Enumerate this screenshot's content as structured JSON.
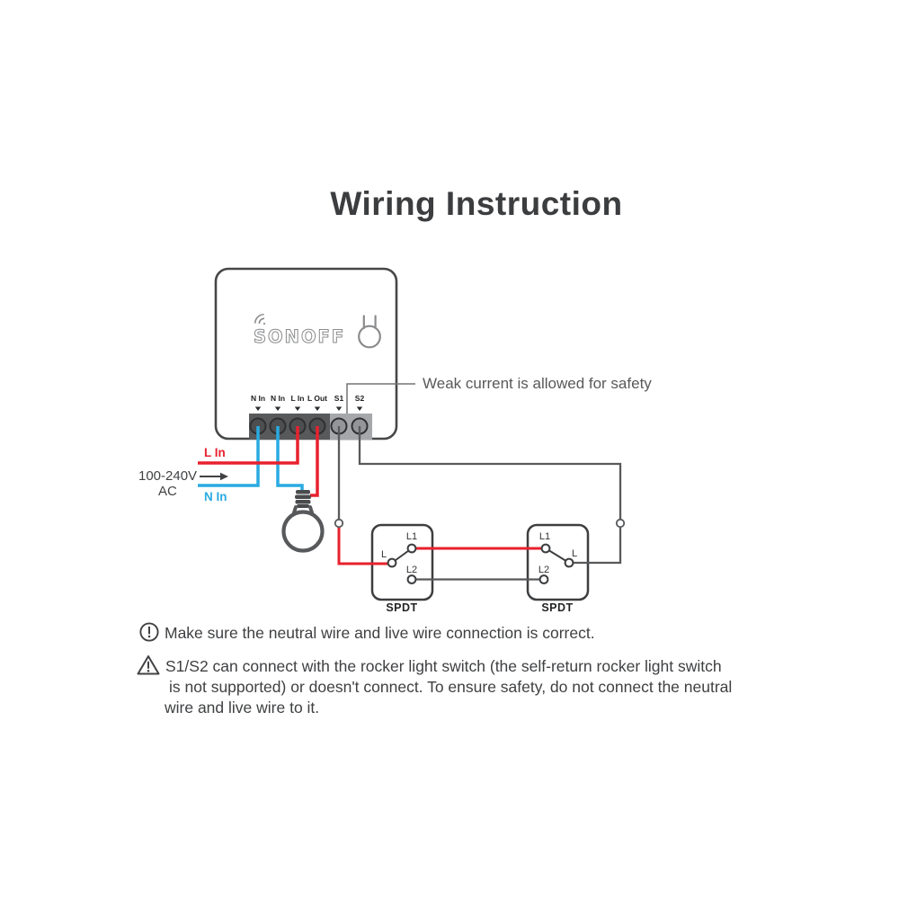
{
  "title": "Wiring Instruction",
  "colors": {
    "live_red": "#e8212e",
    "neutral_blue": "#29abe2",
    "wire_gray": "#58595b",
    "outline_dark": "#464749",
    "block_dark": "#58595b",
    "block_light": "#a5a7aa"
  },
  "device": {
    "logo": "SONOFF",
    "terminals": [
      "N In",
      "N In",
      "L In",
      "L Out",
      "S1",
      "S2"
    ]
  },
  "callout": {
    "text": "Weak current is allowed for safety"
  },
  "power": {
    "voltage": "100-240V",
    "ac": "AC",
    "live_label": "L In",
    "neutral_label": "N In"
  },
  "switches": [
    {
      "l1": "L1",
      "l": "L",
      "l2": "L2",
      "type_label": "SPDT"
    },
    {
      "l1": "L1",
      "l": "L",
      "l2": "L2",
      "type_label": "SPDT"
    }
  ],
  "notes": [
    {
      "icon": "circle-exclamation-icon",
      "lines": [
        "Make sure the neutral wire and live wire connection is correct."
      ]
    },
    {
      "icon": "triangle-exclamation-icon",
      "lines": [
        "S1/S2 can connect with the rocker light switch (the self-return rocker light switch",
        "is not supported) or doesn't connect. To ensure safety, do not connect the neutral",
        "wire and live wire to it."
      ]
    }
  ]
}
